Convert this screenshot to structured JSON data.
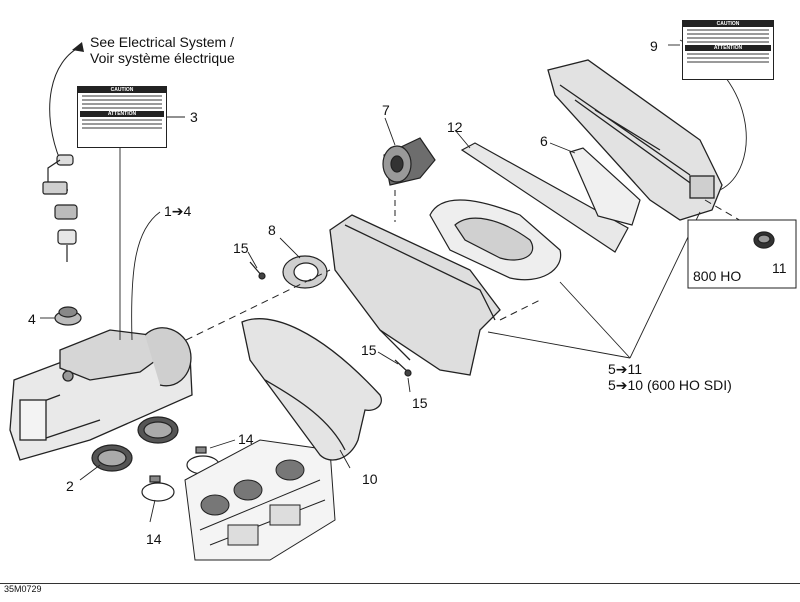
{
  "callouts": {
    "electrical_note_en": "See Electrical System /",
    "electrical_note_fr": "Voir système électrique",
    "n3": "3",
    "n1_4": "1➔4",
    "n4": "4",
    "n2": "2",
    "n14a": "14",
    "n14b": "14",
    "n15a": "15",
    "n15b": "15",
    "n15c": "15",
    "n8": "8",
    "n7": "7",
    "n12": "12",
    "n6": "6",
    "n9": "9",
    "n10": "10",
    "n11": "11",
    "n5_11": "5➔11",
    "n5_10": "5➔10 (600 HO SDI)"
  },
  "inset": {
    "model": "800 HO"
  },
  "decal": {
    "caution": "CAUTION",
    "attention": "ATTENTION"
  },
  "drawing_ref": "35M0729"
}
